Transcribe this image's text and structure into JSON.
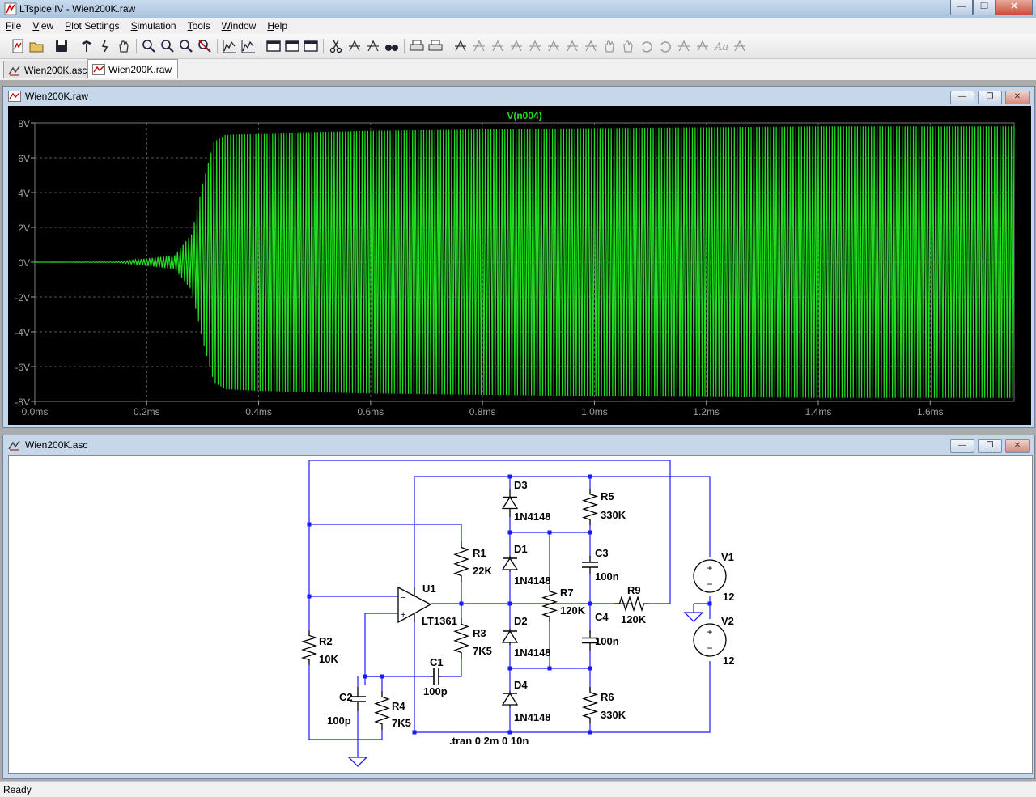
{
  "app": {
    "title": "LTspice IV - Wien200K.raw"
  },
  "menu": [
    {
      "label": "File",
      "key": "F",
      "rest": "ile"
    },
    {
      "label": "View",
      "key": "V",
      "rest": "iew"
    },
    {
      "label": "Plot Settings",
      "key": "P",
      "rest": "lot Settings"
    },
    {
      "label": "Simulation",
      "key": "S",
      "rest": "imulation"
    },
    {
      "label": "Tools",
      "key": "T",
      "rest": "ools"
    },
    {
      "label": "Window",
      "key": "W",
      "rest": "indow"
    },
    {
      "label": "Help",
      "key": "H",
      "rest": "elp"
    }
  ],
  "tabs": [
    {
      "label": "Wien200K.asc"
    },
    {
      "label": "Wien200K.raw"
    }
  ],
  "plot_window": {
    "title": "Wien200K.raw"
  },
  "schematic_window": {
    "title": "Wien200K.asc"
  },
  "status": {
    "text": "Ready"
  },
  "colors": {
    "trace": "#22dd22",
    "plot_bg": "#000000",
    "plot_text": "#a0a0a0",
    "wire": "#1a1aff",
    "component": "#000000"
  },
  "chart_data": {
    "type": "line",
    "title": "V(n004)",
    "xlabel": "",
    "ylabel": "",
    "xlim": [
      0.0,
      1.75
    ],
    "ylim": [
      -8,
      8
    ],
    "x_unit": "ms",
    "x_ticks": [
      "0.0ms",
      "0.2ms",
      "0.4ms",
      "0.6ms",
      "0.8ms",
      "1.0ms",
      "1.2ms",
      "1.4ms",
      "1.6ms"
    ],
    "y_ticks": [
      "8V",
      "6V",
      "4V",
      "2V",
      "0V",
      "-2V",
      "-4V",
      "-6V",
      "-8V"
    ],
    "series": [
      {
        "name": "V(n004)",
        "envelope": {
          "x": [
            0.0,
            0.15,
            0.25,
            0.28,
            0.3,
            0.32,
            0.34,
            0.4,
            0.6,
            1.0,
            1.4,
            1.75
          ],
          "y": [
            0.0,
            0.02,
            0.4,
            1.6,
            4.5,
            6.9,
            7.3,
            7.4,
            7.55,
            7.7,
            7.8,
            7.8
          ]
        }
      }
    ],
    "grid": true
  },
  "schematic": {
    "labels": [
      {
        "text": "D3"
      },
      {
        "text": "1N4148"
      },
      {
        "text": "R5"
      },
      {
        "text": "330K"
      },
      {
        "text": "R1"
      },
      {
        "text": "22K"
      },
      {
        "text": "D1"
      },
      {
        "text": "1N4148"
      },
      {
        "text": "C3"
      },
      {
        "text": "100n"
      },
      {
        "text": "U1"
      },
      {
        "text": "LT1361"
      },
      {
        "text": "R7"
      },
      {
        "text": "120K"
      },
      {
        "text": "R9"
      },
      {
        "text": "120K"
      },
      {
        "text": "V1"
      },
      {
        "text": "12"
      },
      {
        "text": "R3"
      },
      {
        "text": "7K5"
      },
      {
        "text": "D2"
      },
      {
        "text": "1N4148"
      },
      {
        "text": "C4"
      },
      {
        "text": "100n"
      },
      {
        "text": "V2"
      },
      {
        "text": "12"
      },
      {
        "text": "R2"
      },
      {
        "text": "10K"
      },
      {
        "text": "C1"
      },
      {
        "text": "100p"
      },
      {
        "text": "D4"
      },
      {
        "text": "1N4148"
      },
      {
        "text": "C2"
      },
      {
        "text": "100p"
      },
      {
        "text": "R4"
      },
      {
        "text": "7K5"
      },
      {
        "text": "R6"
      },
      {
        "text": "330K"
      },
      {
        "text": ".tran 0 2m 0 10n"
      }
    ]
  }
}
